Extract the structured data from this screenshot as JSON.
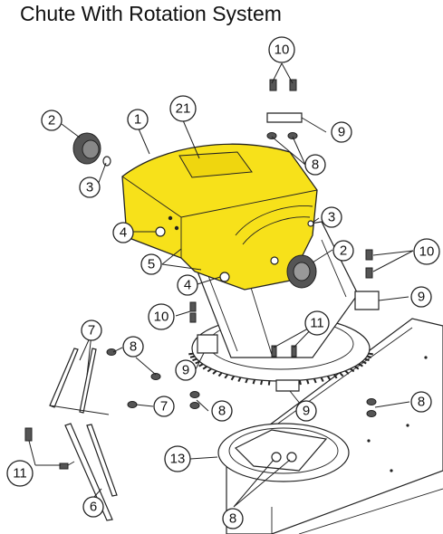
{
  "title": "Chute With Rotation System",
  "colors": {
    "highlight": "#f7e11a",
    "line": "#222222",
    "background": "#ffffff"
  },
  "callouts": [
    {
      "id": "c10a",
      "label": "10"
    },
    {
      "id": "c21",
      "label": "21"
    },
    {
      "id": "c1",
      "label": "1"
    },
    {
      "id": "c2a",
      "label": "2"
    },
    {
      "id": "c9a",
      "label": "9"
    },
    {
      "id": "c8a",
      "label": "8"
    },
    {
      "id": "c3a",
      "label": "3"
    },
    {
      "id": "c3b",
      "label": "3"
    },
    {
      "id": "c4a",
      "label": "4"
    },
    {
      "id": "c2b",
      "label": "2"
    },
    {
      "id": "c10b",
      "label": "10"
    },
    {
      "id": "c5",
      "label": "5"
    },
    {
      "id": "c4b",
      "label": "4"
    },
    {
      "id": "c9b",
      "label": "9"
    },
    {
      "id": "c10c",
      "label": "10"
    },
    {
      "id": "c11a",
      "label": "11"
    },
    {
      "id": "c7a",
      "label": "7"
    },
    {
      "id": "c8b",
      "label": "8"
    },
    {
      "id": "c9c",
      "label": "9"
    },
    {
      "id": "c7b",
      "label": "7"
    },
    {
      "id": "c8c",
      "label": "8"
    },
    {
      "id": "c9d",
      "label": "9"
    },
    {
      "id": "c8d",
      "label": "8"
    },
    {
      "id": "c13",
      "label": "13"
    },
    {
      "id": "c11b",
      "label": "11"
    },
    {
      "id": "c6",
      "label": "6"
    },
    {
      "id": "c8e",
      "label": "8"
    }
  ]
}
